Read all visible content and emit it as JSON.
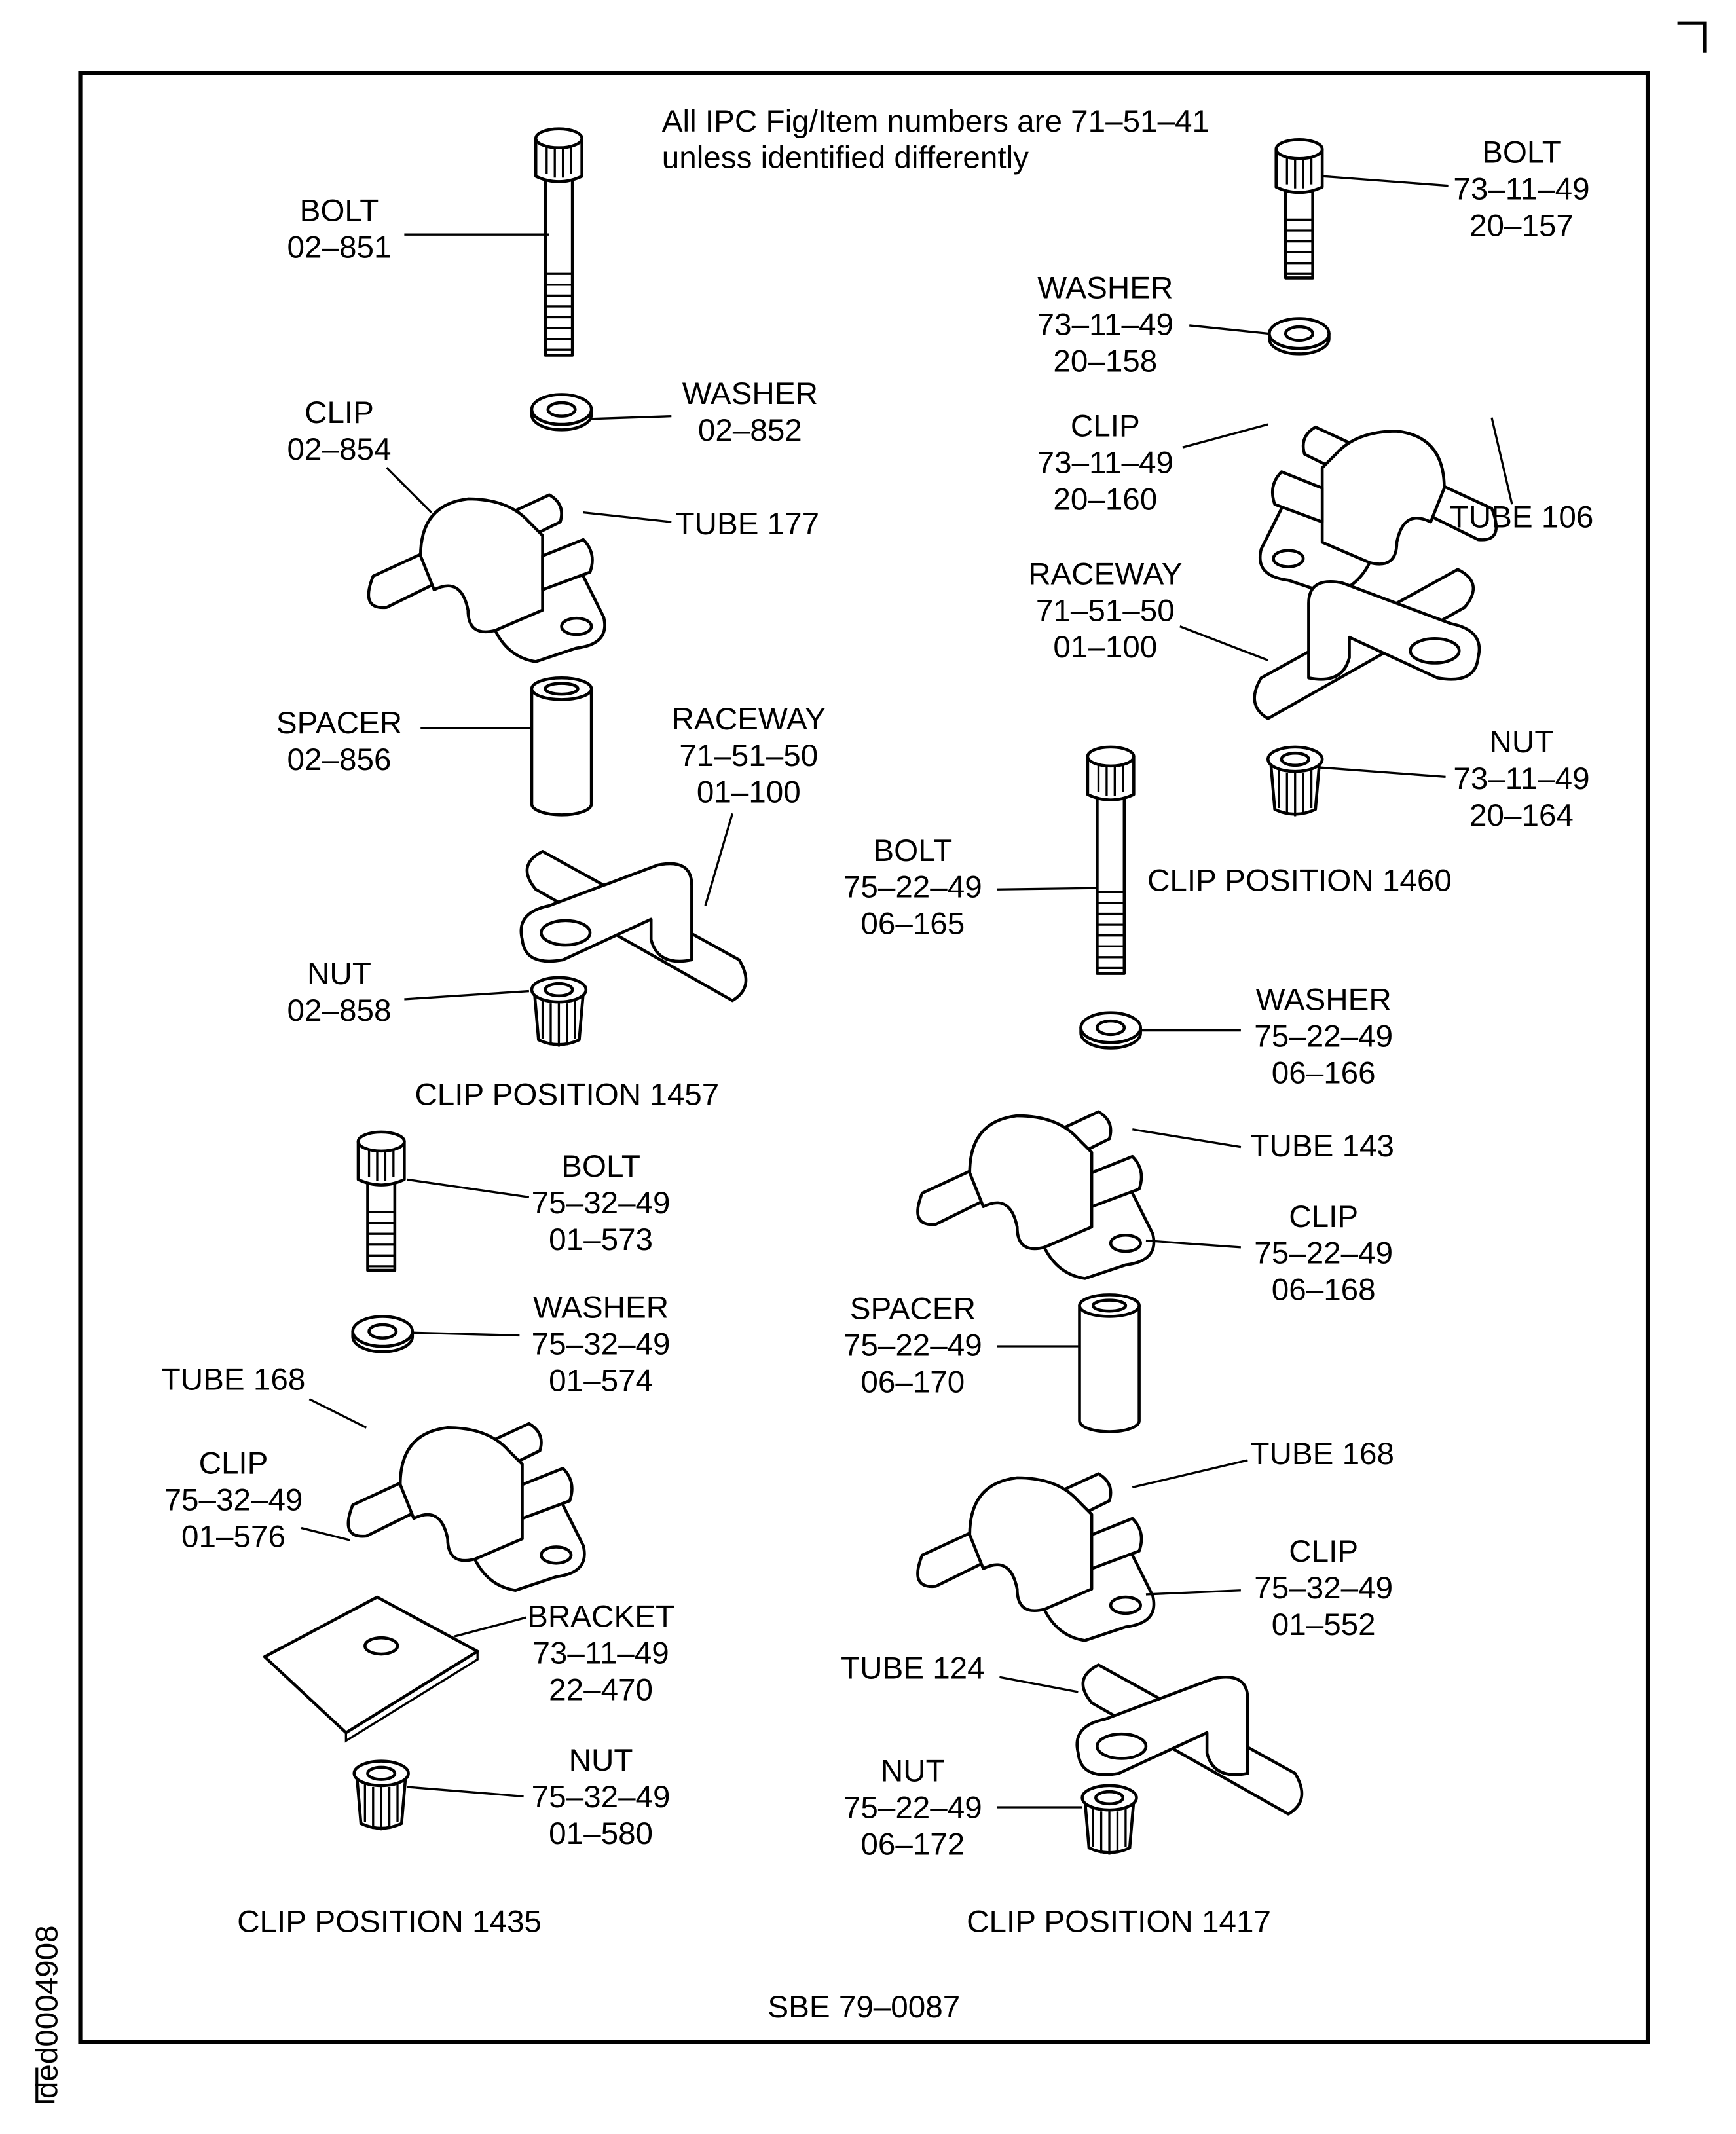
{
  "note": {
    "line1": "All IPC Fig/Item numbers are 71–51–41",
    "line2": "unless identified differently"
  },
  "figure_id": "ded0004908",
  "sbe": "SBE 79–0087",
  "positions": {
    "p1457": "CLIP POSITION 1457",
    "p1460": "CLIP POSITION 1460",
    "p1435": "CLIP POSITION 1435",
    "p1417": "CLIP POSITION 1417"
  },
  "labels": {
    "bolt_02_851": [
      "BOLT",
      "02–851"
    ],
    "clip_02_854": [
      "CLIP",
      "02–854"
    ],
    "washer_02_852": [
      "WASHER",
      "02–852"
    ],
    "tube_177": [
      "TUBE 177"
    ],
    "spacer_02_856": [
      "SPACER",
      "02–856"
    ],
    "raceway_left": [
      "RACEWAY",
      "71–51–50",
      "01–100"
    ],
    "nut_02_858": [
      "NUT",
      "02–858"
    ],
    "bolt_20_157": [
      "BOLT",
      "73–11–49",
      "20–157"
    ],
    "washer_20_158": [
      "WASHER",
      "73–11–49",
      "20–158"
    ],
    "clip_20_160": [
      "CLIP",
      "73–11–49",
      "20–160"
    ],
    "tube_106": [
      "TUBE 106"
    ],
    "raceway_right": [
      "RACEWAY",
      "71–51–50",
      "01–100"
    ],
    "nut_20_164": [
      "NUT",
      "73–11–49",
      "20–164"
    ],
    "bolt_06_165": [
      "BOLT",
      "75–22–49",
      "06–165"
    ],
    "washer_06_166": [
      "WASHER",
      "75–22–49",
      "06–166"
    ],
    "tube_143": [
      "TUBE 143"
    ],
    "clip_06_168": [
      "CLIP",
      "75–22–49",
      "06–168"
    ],
    "spacer_06_170": [
      "SPACER",
      "75–22–49",
      "06–170"
    ],
    "tube_168_right": [
      "TUBE 168"
    ],
    "clip_01_552": [
      "CLIP",
      "75–32–49",
      "01–552"
    ],
    "tube_124": [
      "TUBE 124"
    ],
    "nut_06_172": [
      "NUT",
      "75–22–49",
      "06–172"
    ],
    "bolt_01_573": [
      "BOLT",
      "75–32–49",
      "01–573"
    ],
    "washer_01_574": [
      "WASHER",
      "75–32–49",
      "01–574"
    ],
    "tube_168_left": [
      "TUBE 168"
    ],
    "clip_01_576": [
      "CLIP",
      "75–32–49",
      "01–576"
    ],
    "bracket_22_470": [
      "BRACKET",
      "73–11–49",
      "22–470"
    ],
    "nut_01_580": [
      "NUT",
      "75–32–49",
      "01–580"
    ]
  }
}
